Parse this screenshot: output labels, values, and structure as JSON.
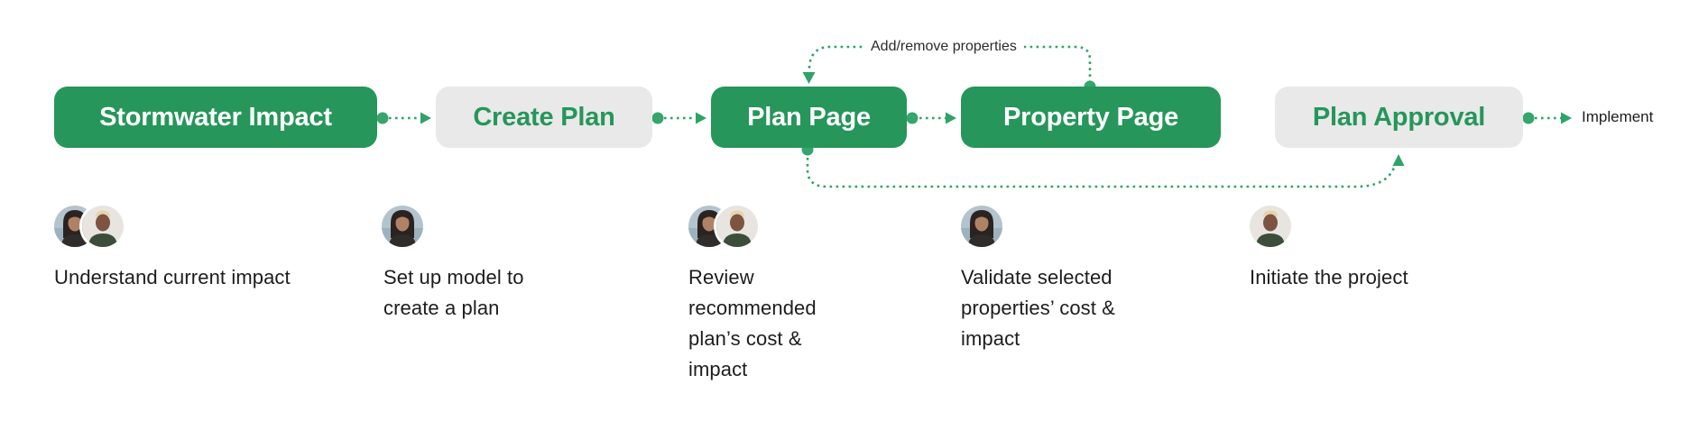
{
  "flow": {
    "stages": [
      {
        "label": "Stormwater Impact",
        "style": "green-solid",
        "description": "Understand current impact",
        "avatars": [
          "woman-dark-hair",
          "person-short-blonde-hair"
        ]
      },
      {
        "label": "Create Plan",
        "style": "gray-tinted",
        "description": "Set up model to create a plan",
        "avatars": [
          "woman-dark-hair"
        ]
      },
      {
        "label": "Plan Page",
        "style": "green-solid",
        "description": "Review recommended plan’s cost & impact",
        "avatars": [
          "woman-dark-hair",
          "person-short-blonde-hair"
        ]
      },
      {
        "label": "Property Page",
        "style": "green-solid",
        "description": "Validate selected properties’ cost & impact",
        "avatars": [
          "woman-dark-hair"
        ]
      },
      {
        "label": "Plan Approval",
        "style": "gray-tinted",
        "description": "Initiate the project",
        "avatars": [
          "person-short-blonde-hair"
        ]
      }
    ],
    "loop_label": "Add/remove properties",
    "end_label": "Implement"
  },
  "colors": {
    "box-green": "#26965a",
    "box-gray": "#e9e9e9",
    "arrow-green": "#2ea367",
    "text-dark": "#1d1d1d"
  }
}
